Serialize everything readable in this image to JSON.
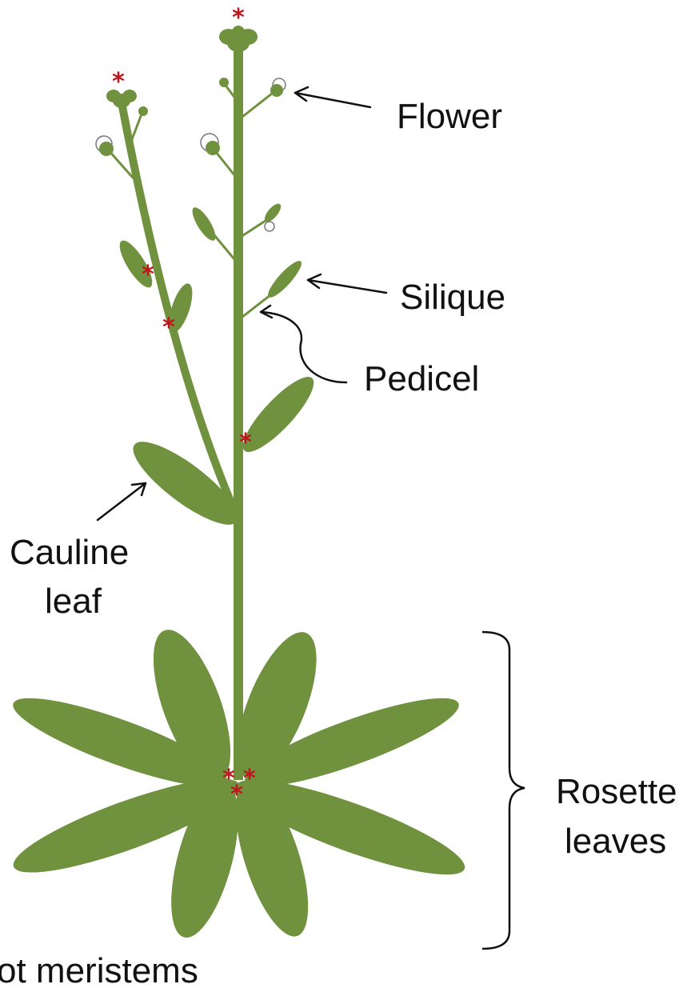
{
  "diagram": {
    "labels": {
      "flower": "Flower",
      "silique": "Silique",
      "pedicel": "Pedicel",
      "cauline_line1": "Cauline",
      "cauline_line2": "leaf",
      "rosette_line1": "Rosette",
      "rosette_line2": "leaves",
      "bottom": "ot meristems"
    },
    "marker_glyph": "*",
    "colors": {
      "plant_green": "#70923f",
      "marker_red": "#c0151b",
      "petal_white": "#ffffff",
      "outline": "#111111"
    }
  }
}
